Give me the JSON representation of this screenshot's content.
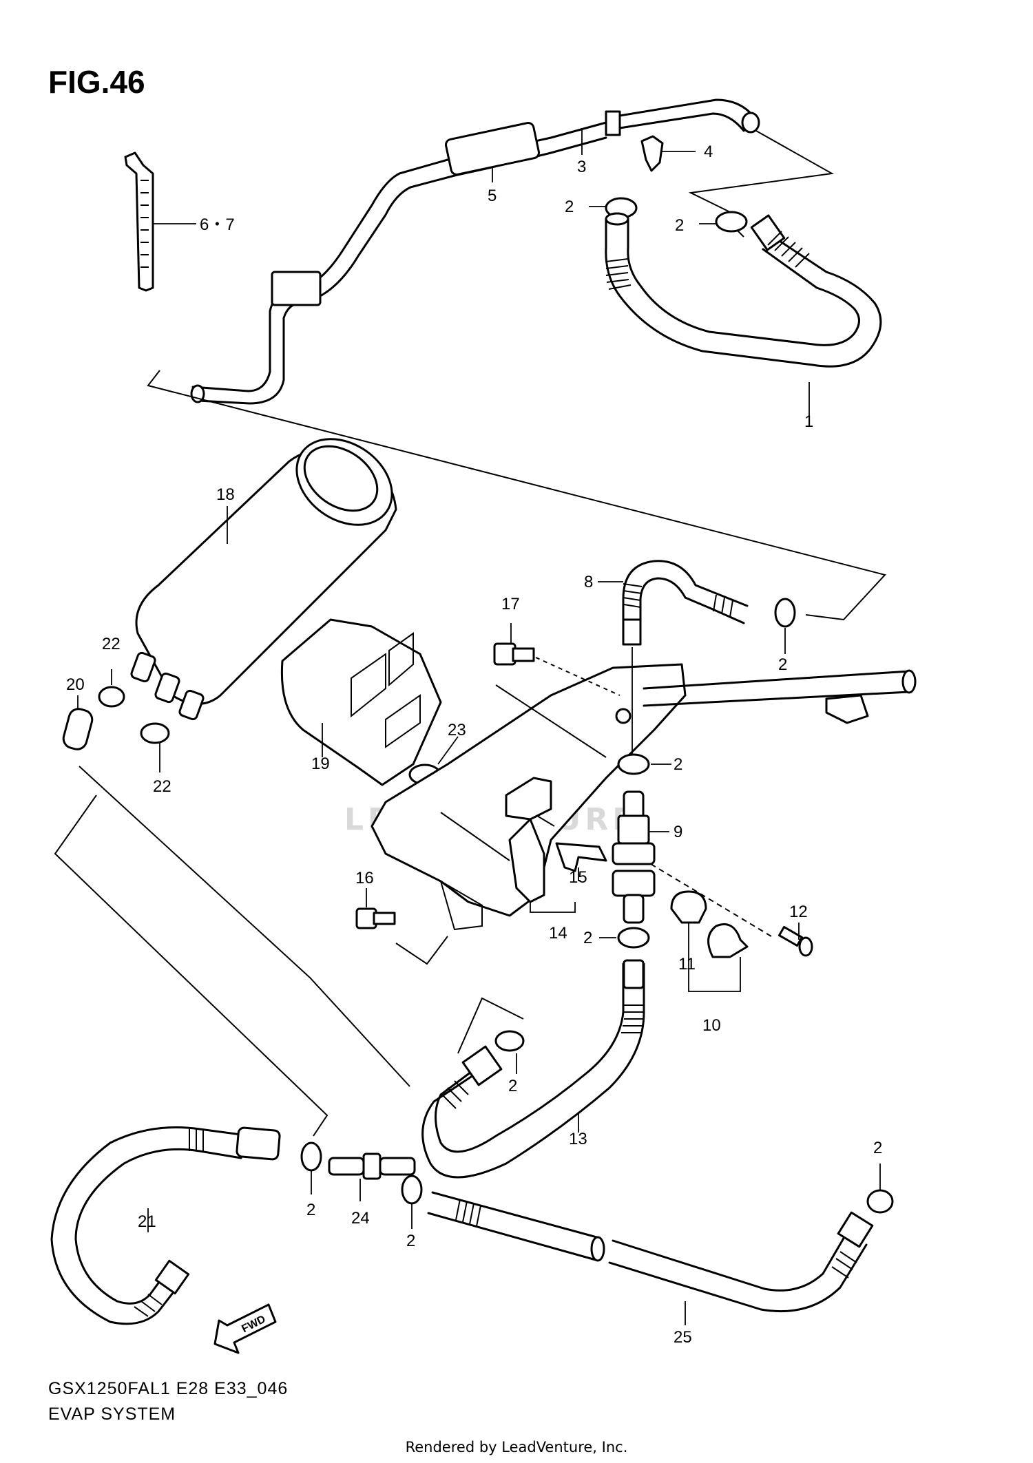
{
  "header": {
    "figure": "FIG.46"
  },
  "footer": {
    "model_code": "GSX1250FAL1 E28 E33_046",
    "section_name": "EVAP SYSTEM",
    "credit": "Rendered by LeadVenture, Inc."
  },
  "watermark": "LEADVENTURE",
  "fwd_marker": "FWD",
  "callouts": {
    "c1": "1",
    "c2a": "2",
    "c2b": "2",
    "c2c": "2",
    "c2d": "2",
    "c2e": "2",
    "c2f": "2",
    "c2g": "2",
    "c2h": "2",
    "c2i": "2",
    "c3": "3",
    "c4": "4",
    "c5": "5",
    "c67": "6・7",
    "c8": "8",
    "c9": "9",
    "c10": "10",
    "c11": "11",
    "c12": "12",
    "c13": "13",
    "c14": "14",
    "c15": "15",
    "c16": "16",
    "c17": "17",
    "c18": "18",
    "c19": "19",
    "c20": "20",
    "c21": "21",
    "c22a": "22",
    "c22b": "22",
    "c23": "23",
    "c24": "24",
    "c25": "25"
  }
}
